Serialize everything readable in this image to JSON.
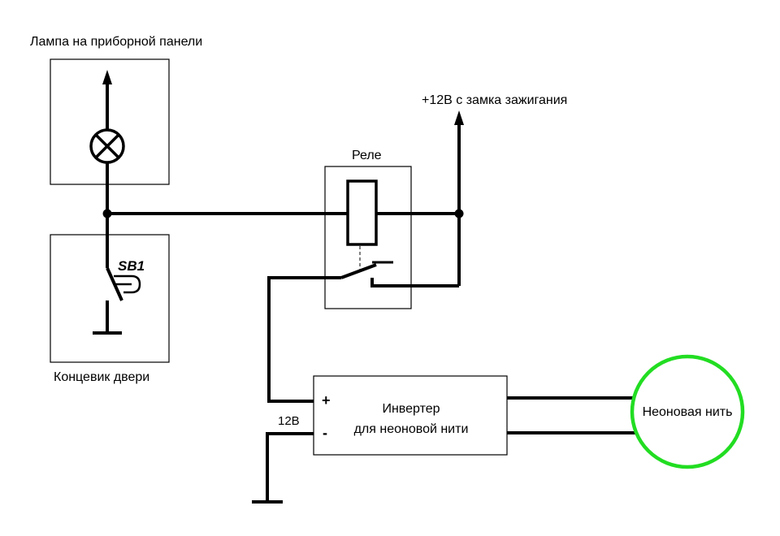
{
  "labels": {
    "lamp_title": "Лампа на приборной панели",
    "ignition": "+12В с замка зажигания",
    "relay": "Реле",
    "door_switch": "Концевик двери",
    "switch_ref": "SB1",
    "inverter_line1": "Инвертер",
    "inverter_line2": "для неоновой нити",
    "voltage": "12В",
    "plus": "+",
    "minus": "-",
    "neon": "Неоновая нить"
  },
  "colors": {
    "wire": "#000000",
    "neon_ring": "#22dd22",
    "background": "#ffffff"
  }
}
